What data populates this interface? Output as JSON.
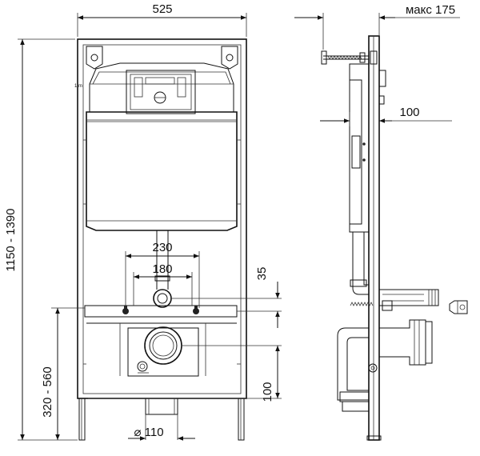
{
  "front_view": {
    "width_label": "525",
    "height_label": "1150 - 1390",
    "outlet_height_label": "320 - 560",
    "span_outer_label": "230",
    "span_inner_label": "180",
    "pipe_diameter_label": "⌀ 110",
    "offset_small_label": "35",
    "offset_large_label": "100"
  },
  "side_view": {
    "depth_max_label": "макс 175",
    "depth_label": "100"
  }
}
